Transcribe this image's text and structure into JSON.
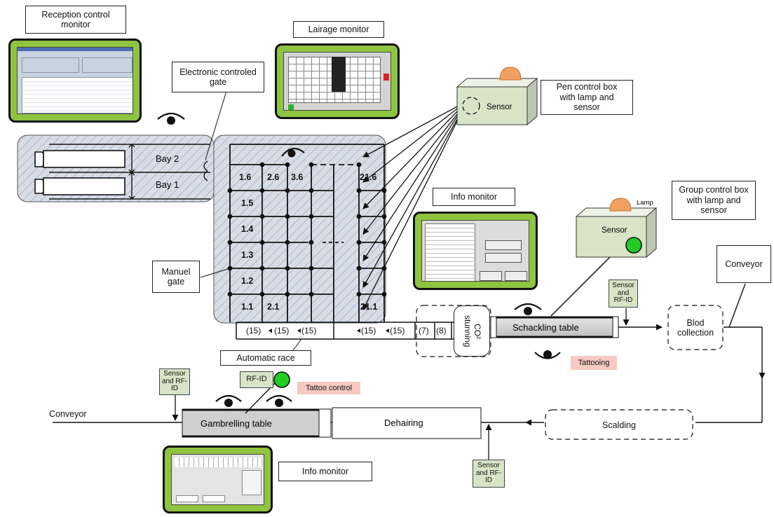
{
  "labels": {
    "reception_monitor": "Reception control monitor",
    "lairage_monitor": "Lairage monitor",
    "electronic_gate": "Electronic controled gate",
    "pen_control_box": "Pen control box with lamp and sensor",
    "sensor": "Sensor",
    "info_monitor_top": "Info monitor",
    "group_control_box": "Group control box with lamp and sensor",
    "lamp": "Lamp",
    "group_sensor": "Sensor",
    "conveyor_right": "Conveyor",
    "manuel_gate": "Manuel gate",
    "sensor_rfid_1": "Sensor and RF-ID",
    "co2_stunning": "CO² stunning",
    "schackling_table": "Schackling table",
    "blod_collection": "Blod collection",
    "tattooing": "Tattooing",
    "automatic_race": "Automatic race",
    "sensor_rfid_2": "Sensor and RF-ID",
    "rfid": "RF-ID",
    "tattoo_control": "Tattoo control",
    "conveyor_left": "Conveyor",
    "gambrelling_table": "Gambrelling table",
    "dehairing": "Dehairing",
    "scalding": "Scalding",
    "sensor_rfid_3": "Sensor and RF-ID",
    "info_monitor_bottom": "Info monitor",
    "bay2": "Bay 2",
    "bay1": "Bay 1"
  },
  "pens": {
    "row_top": [
      "1.6",
      "2.6",
      "3.6",
      "21.6"
    ],
    "col_first": [
      "1.5",
      "1.4",
      "1.3",
      "1.2"
    ],
    "row_bottom": [
      "1.1",
      "2.1",
      "21.1"
    ]
  },
  "race_cells": [
    "(15)",
    "(15)",
    "(15)",
    "(15)",
    "(15)",
    "(7)",
    "(8)"
  ],
  "colors": {
    "monitor_frame": "#8ec43f",
    "area_fill": "#d7dde6",
    "sensor_box": "#d8e4c6",
    "tattoo_pink": "#f6c9c2",
    "lamp_orange": "#f0a060",
    "green_light": "#22cc22"
  }
}
